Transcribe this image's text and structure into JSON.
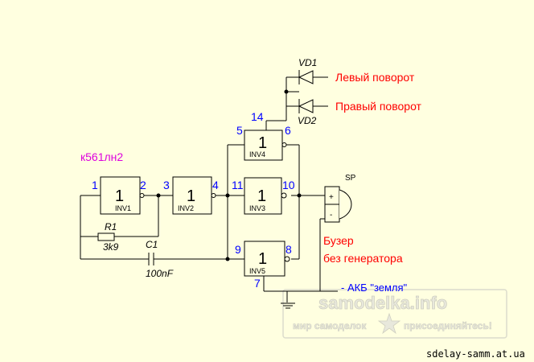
{
  "chip_label": "к561лн2",
  "gates": {
    "inv1": {
      "one": "1",
      "name": "INV1",
      "pin_in": "1",
      "pin_out": "2"
    },
    "inv2": {
      "one": "1",
      "name": "INV2",
      "pin_in": "3",
      "pin_out": "4"
    },
    "inv3": {
      "one": "1",
      "name": "INV3",
      "pin_in": "11",
      "pin_out": "10"
    },
    "inv4": {
      "one": "1",
      "name": "INV4",
      "pin_in": "5",
      "pin_out": "6"
    },
    "inv5": {
      "one": "1",
      "name": "INV5",
      "pin_in": "9",
      "pin_out": "8"
    }
  },
  "power_pins": {
    "vdd": "14",
    "gnd": "7"
  },
  "components": {
    "r1": {
      "name": "R1",
      "value": "3k9"
    },
    "c1": {
      "name": "C1",
      "value": "100nF"
    },
    "vd1": {
      "name": "VD1"
    },
    "vd2": {
      "name": "VD2"
    },
    "sp": {
      "name": "SP",
      "plus": "+",
      "minus": "-"
    }
  },
  "annotations": {
    "left_turn": "Левый поворот",
    "right_turn": "Правый поворот",
    "buzzer_line1": "Бузер",
    "buzzer_line2": "без генератора",
    "ground": "- АКБ \"земля\""
  },
  "watermark": {
    "title": "samodelka.info",
    "subtitle_left": "мир самоделок",
    "subtitle_right": "присоединяйтесь!"
  },
  "footer_site": "sdelay-samm.at.ua"
}
